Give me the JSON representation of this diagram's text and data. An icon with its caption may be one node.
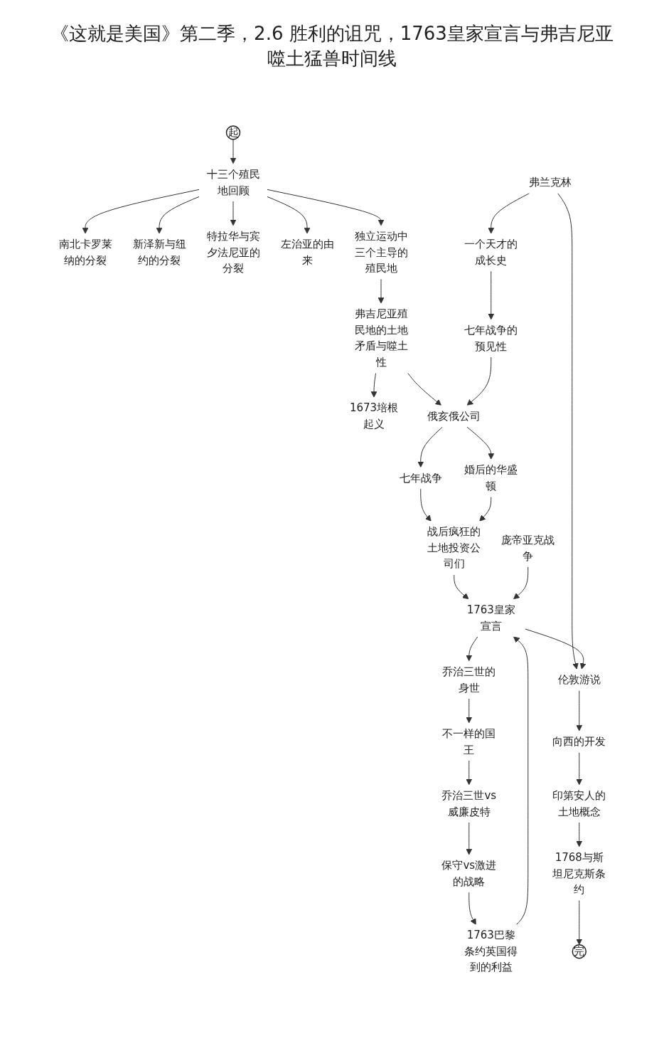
{
  "diagram": {
    "title": "《这就是美国》第二季，2.6 胜利的诅咒，1763皇家宣言与弗吉尼亚噬土猛兽时间线",
    "nodes": [
      {
        "text": [
          "起"
        ]
      },
      {
        "text": [
          "十三个殖民地回顾"
        ]
      },
      {
        "text": [
          "南北卡罗莱纳的分裂"
        ]
      },
      {
        "text": [
          "新泽新与纽约的分裂"
        ]
      },
      {
        "text": [
          "特拉华与宾夕法尼亚的分裂"
        ]
      },
      {
        "text": [
          "左治亚的由来"
        ]
      },
      {
        "text": [
          "独立运动中三个主导的殖民地"
        ]
      },
      {
        "text": [
          "1673培根起义"
        ]
      },
      {
        "text": [
          "弗吉尼亚殖民地的土地矛盾与噬土性"
        ]
      },
      {
        "text": [
          "一个天才的成长史"
        ]
      },
      {
        "text": [
          "俄亥俄公司"
        ]
      },
      {
        "text": [
          "七年战争的预见性"
        ]
      },
      {
        "text": [
          "保守vs激进的战略"
        ]
      },
      {
        "text": [
          "七年战争"
        ]
      },
      {
        "text": [
          "1763巴黎条约英国得到的利益"
        ]
      },
      {
        "text": [
          "婚后的华盛顿"
        ]
      },
      {
        "text": [
          "乔治三世vs威廉皮特"
        ]
      },
      {
        "text": [
          "战后疯狂的土地投资公司们"
        ]
      },
      {
        "text": [
          "弗兰克林"
        ]
      },
      {
        "text": [
          "庞帝亚克战争"
        ]
      },
      {
        "text": [
          "不一样的国王"
        ]
      },
      {
        "text": [
          "乔治三世的身世"
        ]
      },
      {
        "text": [
          "1763皇家宣言"
        ]
      },
      {
        "text": [
          "伦敦游说"
        ]
      },
      {
        "text": [
          "向西的开发"
        ]
      },
      {
        "text": [
          "印第安人的土地概念"
        ]
      },
      {
        "text": [
          "1768与斯坦尼克斯条约"
        ]
      },
      {
        "text": [
          "完"
        ]
      }
    ],
    "edges": [
      {
        "from": 0,
        "to": 1,
        "arrow": "to"
      },
      {
        "from": 1,
        "to": 2,
        "arrow": "to"
      },
      {
        "from": 1,
        "to": 3,
        "arrow": "to"
      },
      {
        "from": 1,
        "to": 4,
        "arrow": "to"
      },
      {
        "from": 1,
        "to": 5,
        "arrow": "to"
      },
      {
        "from": 1,
        "to": 6,
        "arrow": "to"
      },
      {
        "from": 6,
        "to": 8,
        "arrow": "to"
      },
      {
        "from": 8,
        "to": 7,
        "arrow": "to"
      },
      {
        "from": 8,
        "to": 10,
        "arrow": "to"
      },
      {
        "from": 9,
        "to": 11,
        "arrow": "to"
      },
      {
        "from": 11,
        "to": 10,
        "arrow": "to"
      },
      {
        "from": 10,
        "to": 13,
        "arrow": "to"
      },
      {
        "from": 10,
        "to": 15,
        "arrow": "to"
      },
      {
        "from": 13,
        "to": 17,
        "arrow": "to"
      },
      {
        "from": 15,
        "to": 17,
        "arrow": "to"
      },
      {
        "from": 17,
        "to": 22,
        "arrow": "to"
      },
      {
        "from": 14,
        "to": 22,
        "arrow": "to"
      },
      {
        "from": 19,
        "to": 22,
        "arrow": "to"
      },
      {
        "from": 22,
        "to": 21,
        "arrow": "to"
      },
      {
        "from": 21,
        "to": 20,
        "arrow": "to"
      },
      {
        "from": 20,
        "to": 16,
        "arrow": "to"
      },
      {
        "from": 16,
        "to": 12,
        "arrow": "to"
      },
      {
        "from": 12,
        "to": 14,
        "arrow": "to"
      },
      {
        "from": 18,
        "to": 9,
        "arrow": "to"
      },
      {
        "from": 18,
        "to": 23,
        "arrow": "to"
      },
      {
        "from": 22,
        "to": 23,
        "arrow": "to"
      },
      {
        "from": 23,
        "to": 24,
        "arrow": "to"
      },
      {
        "from": 24,
        "to": 25,
        "arrow": "to"
      },
      {
        "from": 25,
        "to": 26,
        "arrow": "to"
      },
      {
        "from": 26,
        "to": 27,
        "arrow": "to"
      }
    ]
  }
}
